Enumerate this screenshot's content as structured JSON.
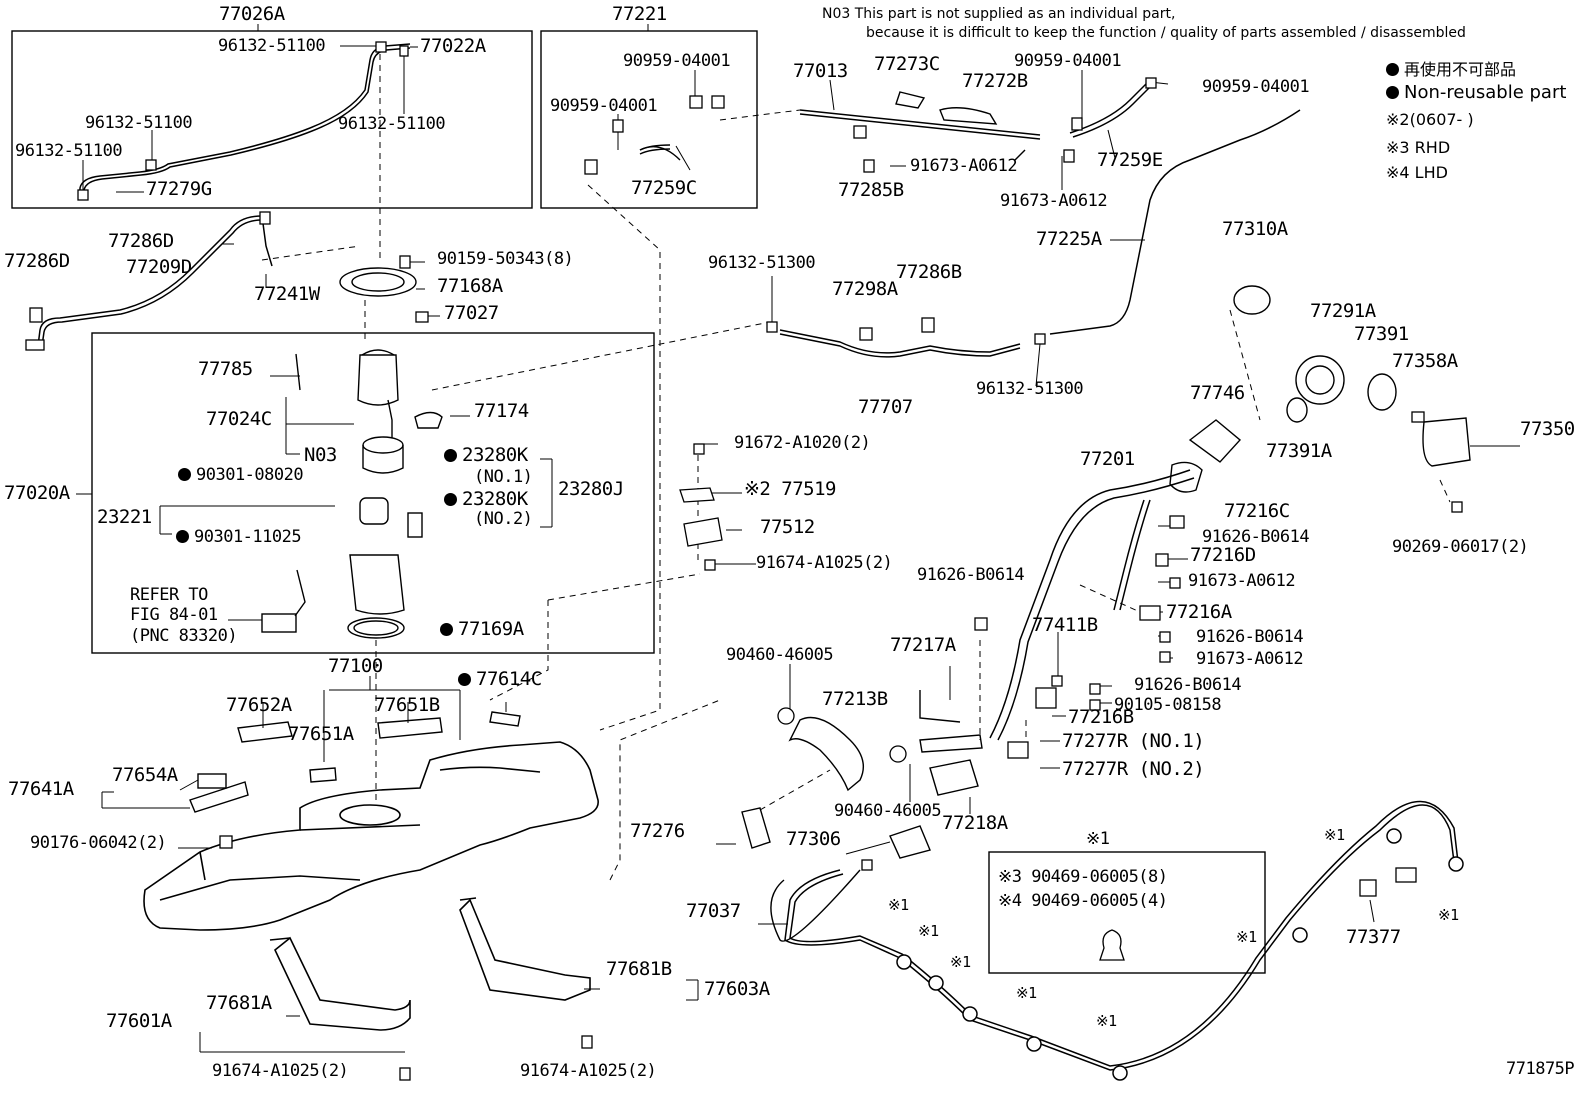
{
  "notes": {
    "n03_line1": "N03 This part is not supplied as an individual part,",
    "n03_line2": "because it is difficult to keep the function / quality of parts assembled / disassembled"
  },
  "legend": {
    "reuse_jp": "再使用不可部品",
    "reuse_en": "Non-reusable part",
    "note2": "※2(0607-      )",
    "note3": "※3 RHD",
    "note4": "※4 LHD"
  },
  "labels": {
    "l77026A": "77026A",
    "l96132_51100a": "96132-51100",
    "l77022A": "77022A",
    "l96132_51100b": "96132-51100",
    "l96132_51100c": "96132-51100",
    "l96132_51100d": "96132-51100",
    "l77279G": "77279G",
    "l77221": "77221",
    "l90959_04001a": "90959-04001",
    "l90959_04001b": "90959-04001",
    "l77259C": "77259C",
    "l77013": "77013",
    "l77273C": "77273C",
    "l77272B": "77272B",
    "l90959_04001c": "90959-04001",
    "l90959_04001d": "90959-04001",
    "l91673_A0612a": "91673-A0612",
    "l77285B": "77285B",
    "l91673_A0612b": "91673-A0612",
    "l77259E": "77259E",
    "l77286D_a": "77286D",
    "l77286D_b": "77286D",
    "l77209D": "77209D",
    "l77241W": "77241W",
    "l90159_50343": "90159-50343(8)",
    "l77168A": "77168A",
    "l77027": "77027",
    "l96132_51300a": "96132-51300",
    "l77298A": "77298A",
    "l77286B": "77286B",
    "l77707": "77707",
    "l96132_51300b": "96132-51300",
    "l77225A": "77225A",
    "l77310A": "77310A",
    "l77291A": "77291A",
    "l77391": "77391",
    "l77358A": "77358A",
    "l77746": "77746",
    "l77391A": "77391A",
    "l77350": "77350",
    "l77785": "77785",
    "l77024C": "77024C",
    "l77174": "77174",
    "lN03": "N03",
    "l90301_08020": "90301-08020",
    "l23280K_1": "23280K",
    "lNO1": "(NO.1)",
    "l23280J": "23280J",
    "l77020A": "77020A",
    "l23221": "23221",
    "l23280K_2": "23280K",
    "lNO2": "(NO.2)",
    "l90301_11025": "90301-11025",
    "lRefer1": "REFER TO",
    "lRefer2": "FIG 84-01",
    "lRefer3": "(PNC 83320)",
    "l77169A": "77169A",
    "l91672_A1020": "91672-A1020(2)",
    "l77519": "※2 77519",
    "l77512": "77512",
    "l91674_A1025a": "91674-A1025(2)",
    "l77201": "77201",
    "l77216C": "77216C",
    "l91626_B0614a": "91626-B0614",
    "l77216D": "77216D",
    "l91673_A0612c": "91673-A0612",
    "l90269_06017": "90269-06017(2)",
    "l91626_B0614b": "91626-B0614",
    "l77216A": "77216A",
    "l91626_B0614c": "91626-B0614",
    "l91673_A0612d": "91673-A0612",
    "l77411B": "77411B",
    "l91626_B0614d": "91626-B0614",
    "l90105_08158": "90105-08158",
    "l77216B": "77216B",
    "l77277R_1": "77277R (NO.1)",
    "l77277R_2": "77277R (NO.2)",
    "l90460_46005a": "90460-46005",
    "l77213B": "77213B",
    "l77217A": "77217A",
    "l90460_46005b": "90460-46005",
    "l77218A": "77218A",
    "l77100": "77100",
    "l77614C": "77614C",
    "l77652A": "77652A",
    "l77651B": "77651B",
    "l77651A": "77651A",
    "l77641A": "77641A",
    "l77654A": "77654A",
    "l90176_06042": "90176-06042(2)",
    "l77276": "77276",
    "l77306": "77306",
    "l77037": "77037",
    "l77601A": "77601A",
    "l77681A": "77681A",
    "l91674_A1025b": "91674-A1025(2)",
    "l77681B": "77681B",
    "l77603A": "77603A",
    "l91674_A1025c": "91674-A1025(2)",
    "l77377": "77377",
    "box_x1": "※1",
    "box_l1": "※3 90469-06005(8)",
    "box_l2": "※4 90469-06005(4)",
    "x1_a": "※1",
    "x1_b": "※1",
    "x1_c": "※1",
    "x1_d": "※1",
    "x1_e": "※1",
    "x1_f": "※1",
    "x1_g": "※1",
    "x1_h": "※1",
    "figno": "771875P"
  }
}
